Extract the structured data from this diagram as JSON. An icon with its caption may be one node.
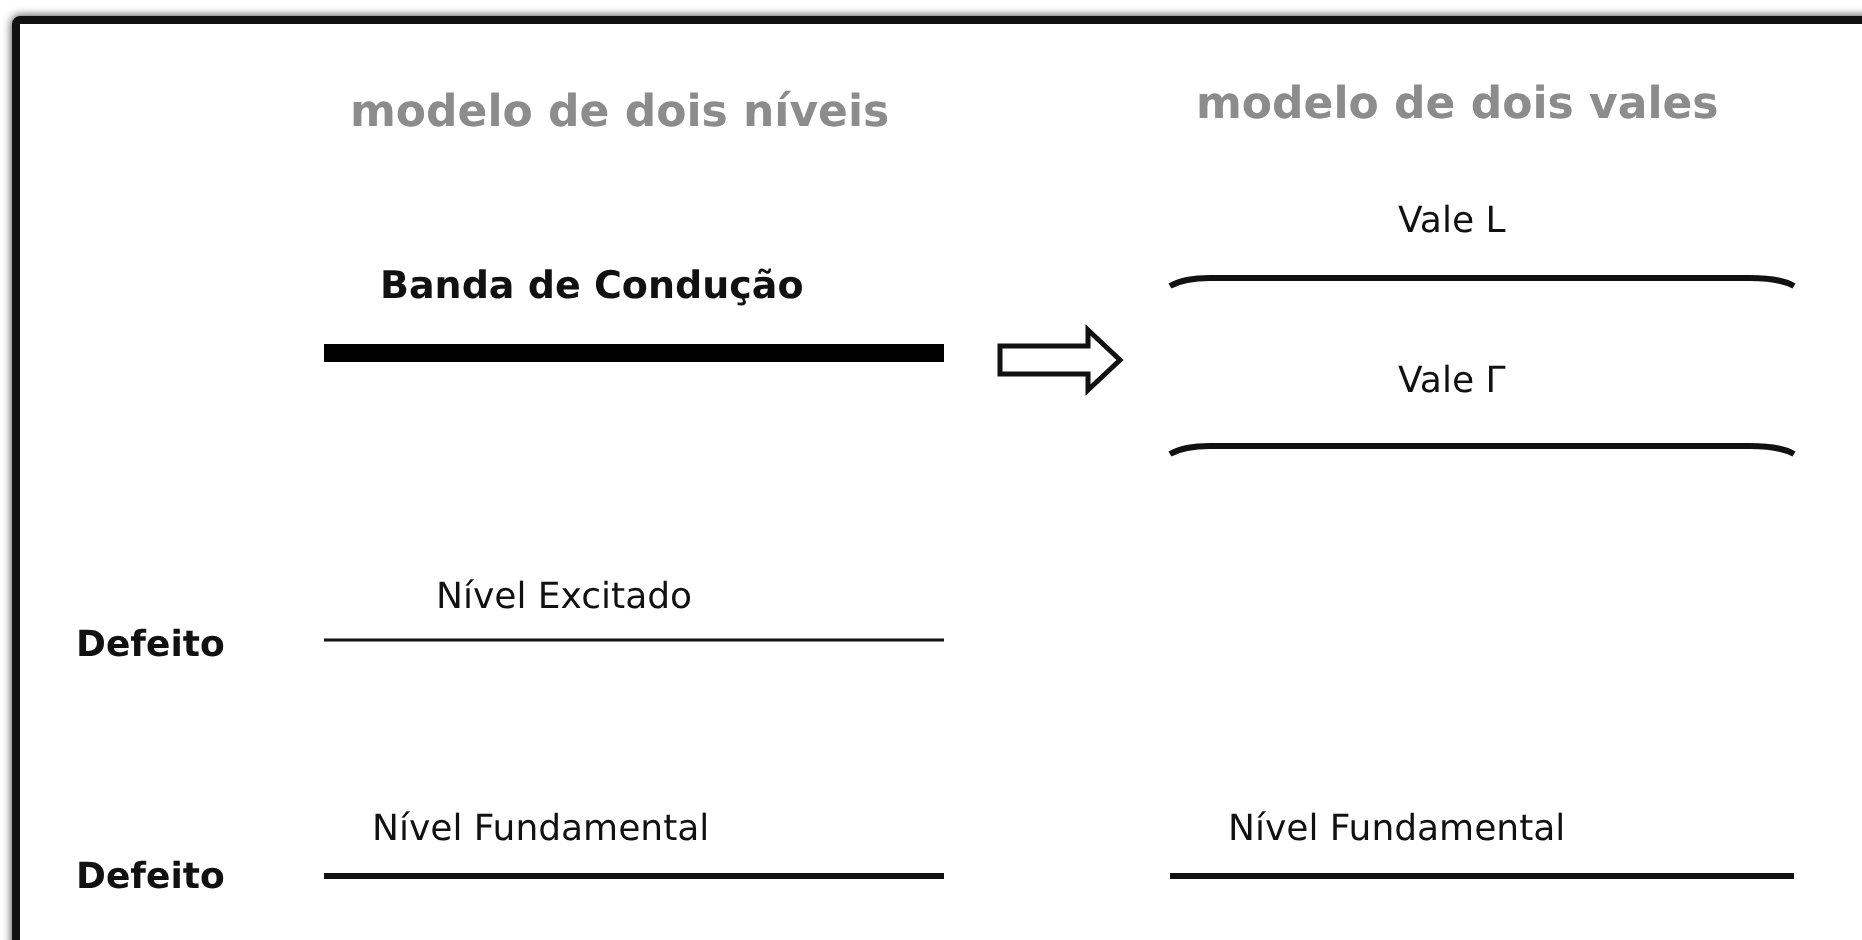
{
  "diagram": {
    "nodes": [
      {
        "text": [
          "Banda de Condução"
        ]
      },
      {
        "text": [
          "Vale L",
          "Vale Γ"
        ]
      }
    ],
    "edges": [
      {
        "from": 0,
        "to": 1,
        "arrow": "to"
      }
    ],
    "labels": [
      "modelo de dois níveis",
      "modelo de dois vales",
      "Nível Excitado",
      "Defeito",
      "Nível Fundamental",
      "Nível Fundamental",
      "Defeito"
    ]
  }
}
